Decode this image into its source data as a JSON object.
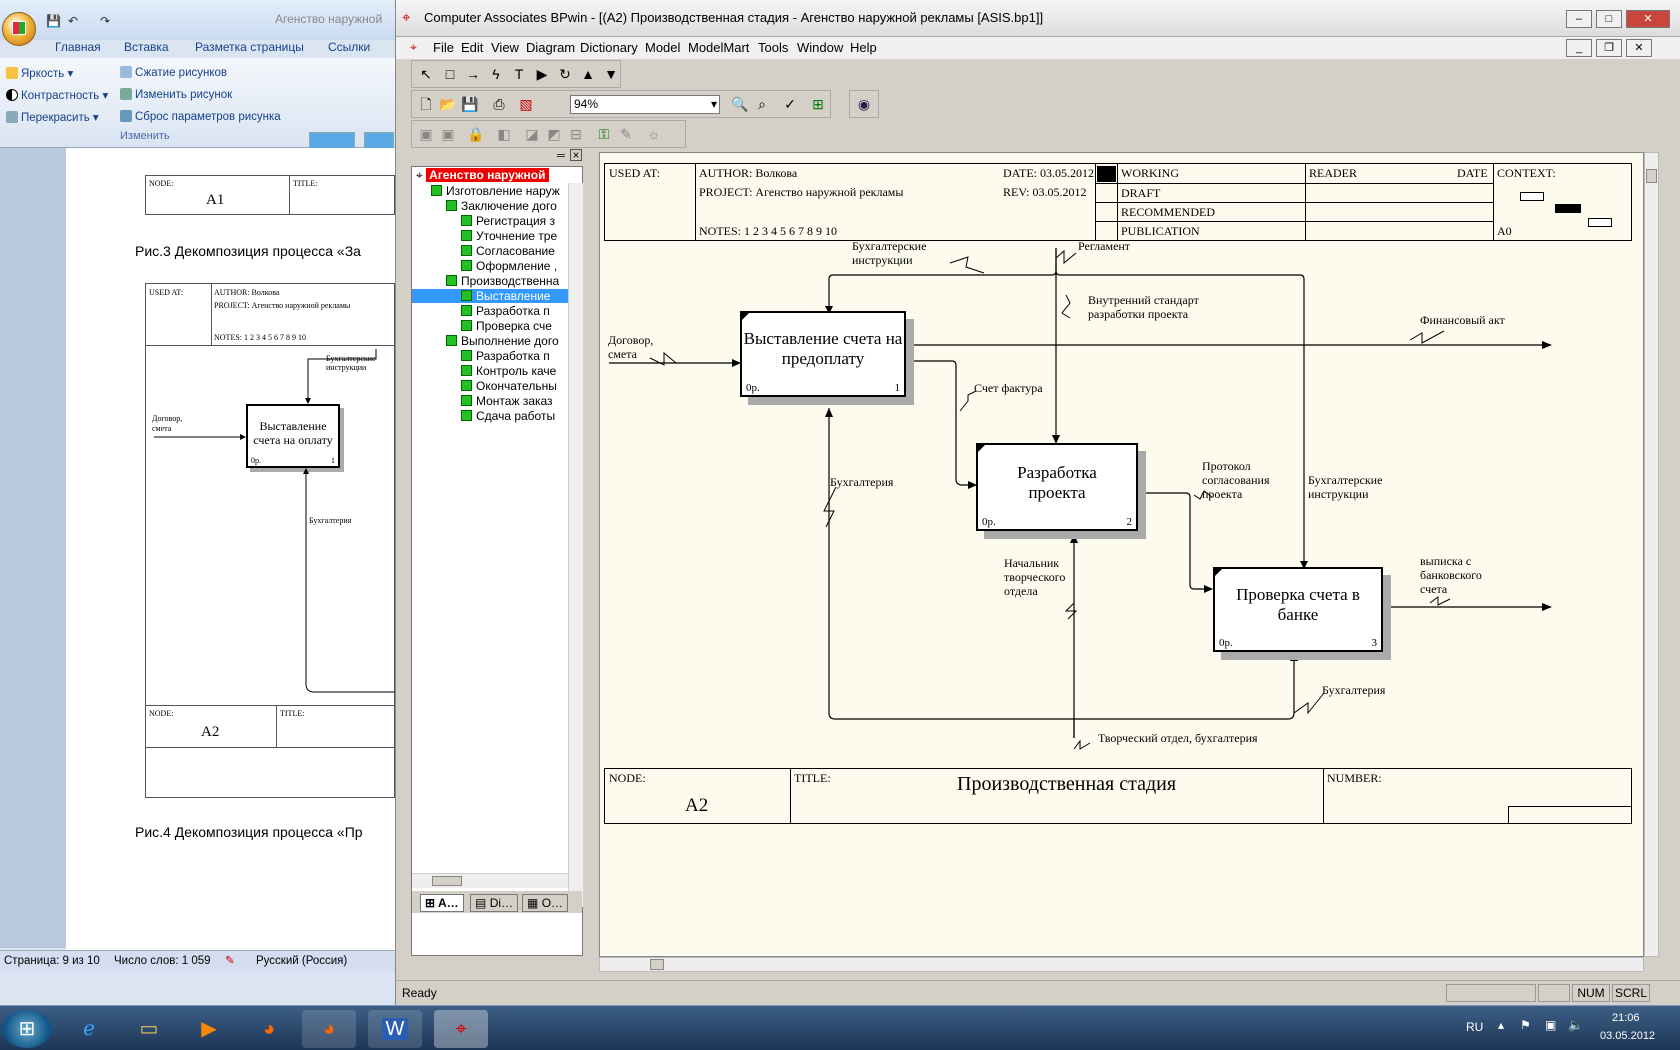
{
  "word": {
    "title": "Агенство наружной",
    "tabs": [
      "Главная",
      "Вставка",
      "Разметка страницы",
      "Ссылки"
    ],
    "ribbon": {
      "brightness": "Яркость",
      "contrast": "Контрастность",
      "recolor": "Перекрасить",
      "compress": "Сжатие рисунков",
      "change": "Изменить рисунок",
      "reset": "Сброс параметров рисунка",
      "group_label": "Изменить"
    },
    "page": {
      "fig3": "Рис.3 Декомпозиция процесса «За",
      "fig4": "Рис.4 Декомпозиция процесса «Пр",
      "node1": "NODE:",
      "node1_val": "A1",
      "title1": "TITLE:",
      "mini_used": "USED AT:",
      "mini_author": "AUTHOR:  Волкова",
      "mini_project": "PROJECT:  Агенство наружной рекламы",
      "mini_notes": "NOTES:  1  2  3  4  5  6  7  8  9  10",
      "mini_buh_instr": "Бухгалтерские инструкции",
      "mini_dogovor": "Договор, смета",
      "mini_act_name": "Выставление счета на оплату",
      "mini_act_cost": "0р.",
      "mini_act_num": "1",
      "mini_buh": "Бухгалтерия",
      "node2": "NODE:",
      "node2_val": "A2",
      "title2": "TITLE:"
    },
    "status": {
      "page": "Страница: 9 из 10",
      "words": "Число слов: 1 059",
      "lang": "Русский (Россия)"
    }
  },
  "bpwin": {
    "title": "Computer Associates BPwin - [(A2) Производственная  стадия - Агенство наружной рекламы  [ASIS.bp1]]",
    "menus": [
      "File",
      "Edit",
      "View",
      "Diagram",
      "Dictionary",
      "Model",
      "ModelMart",
      "Tools",
      "Window",
      "Help"
    ],
    "zoom": "94%",
    "status": "Ready",
    "status_num": "NUM",
    "status_scrl": "SCRL",
    "tree": {
      "root": "Агенство наружной",
      "items": [
        {
          "label": "Изготовление наруж",
          "level": 1
        },
        {
          "label": "Заключение дого",
          "level": 2
        },
        {
          "label": "Регистрация з",
          "level": 3
        },
        {
          "label": "Уточнение тре",
          "level": 3
        },
        {
          "label": "Согласование",
          "level": 3
        },
        {
          "label": "Оформление ,",
          "level": 3
        },
        {
          "label": "Производственна",
          "level": 2
        },
        {
          "label": "Выставление",
          "level": 3,
          "selected": true
        },
        {
          "label": "Разработка п",
          "level": 3
        },
        {
          "label": "Проверка сче",
          "level": 3
        },
        {
          "label": "Выполнение дого",
          "level": 2
        },
        {
          "label": "Разработка п",
          "level": 3
        },
        {
          "label": "Контроль каче",
          "level": 3
        },
        {
          "label": "Окончательны",
          "level": 3
        },
        {
          "label": "Монтаж заказ",
          "level": 3
        },
        {
          "label": "Сдача работы",
          "level": 3
        }
      ],
      "tabs": [
        "A…",
        "Di…",
        "O…"
      ]
    },
    "diagram": {
      "used_at": "USED AT:",
      "author": "AUTHOR:  Волкова",
      "project": "PROJECT:  Агенство наружной рекламы",
      "date": "DATE:  03.05.2012",
      "rev": "REV:     03.05.2012",
      "notes": "NOTES:  1  2  3  4  5  6  7  8  9  10",
      "working": "WORKING",
      "draft": "DRAFT",
      "recommended": "RECOMMENDED",
      "publication": "PUBLICATION",
      "reader": "READER",
      "date2": "DATE",
      "context": "CONTEXT:",
      "a0": "A0",
      "node": "NODE:",
      "node_val": "A2",
      "title_lbl": "TITLE:",
      "title_val": "Производственная  стадия",
      "number": "NUMBER:",
      "activities": [
        {
          "name": "Выставление счета на предоплату",
          "cost": "0р.",
          "num": "1"
        },
        {
          "name": "Разработка проекта",
          "cost": "0р.",
          "num": "2"
        },
        {
          "name": "Проверка счета в банке",
          "cost": "0р.",
          "num": "3"
        }
      ],
      "arrows": {
        "buh_instr1": "Бухгалтерские инструкции",
        "reglament": "Регламент",
        "vnutr": "Внутренний стандарт разработки проекта",
        "fin_act": "Финансовый акт",
        "dogovor": "Договор, смета",
        "schet": "Счет фактура",
        "buh1": "Бухгалтерия",
        "protokol": "Протокол согласования проекта",
        "buh_instr2": "Бухгалтерские инструкции",
        "nachalnik": "Начальник творческого отдела",
        "vypiska": "выписка с банковского счета",
        "buh2": "Бухгалтерия",
        "tvorch": "Творческий отдел, бухгалтерия"
      }
    }
  },
  "taskbar": {
    "lang": "RU",
    "time": "21:06",
    "date": "03.05.2012"
  }
}
